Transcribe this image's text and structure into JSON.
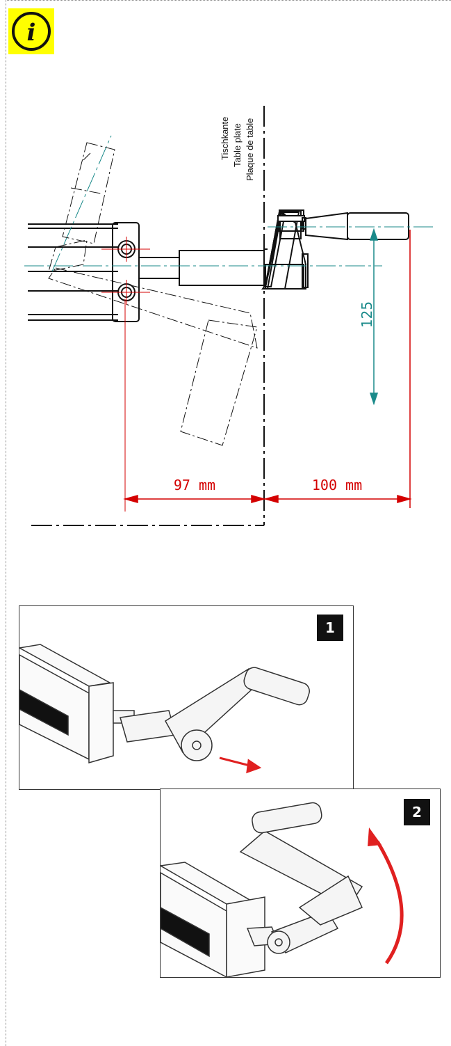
{
  "info_icon": {
    "name": "info-icon",
    "glyph": "i",
    "background": "#ffff00"
  },
  "drawing": {
    "table_edge_labels": [
      "Tischkante",
      "Table plate",
      "Plaque de table"
    ],
    "dim_left": "97 mm",
    "dim_right": "100 mm",
    "dim_vertical": "125",
    "colors": {
      "dimension": "#d40000",
      "centerline": "#1a8a8a",
      "outline": "#111111"
    }
  },
  "steps": [
    {
      "number": "1",
      "arrow": "pull-out-arrow"
    },
    {
      "number": "2",
      "arrow": "rotate-arrow"
    }
  ]
}
